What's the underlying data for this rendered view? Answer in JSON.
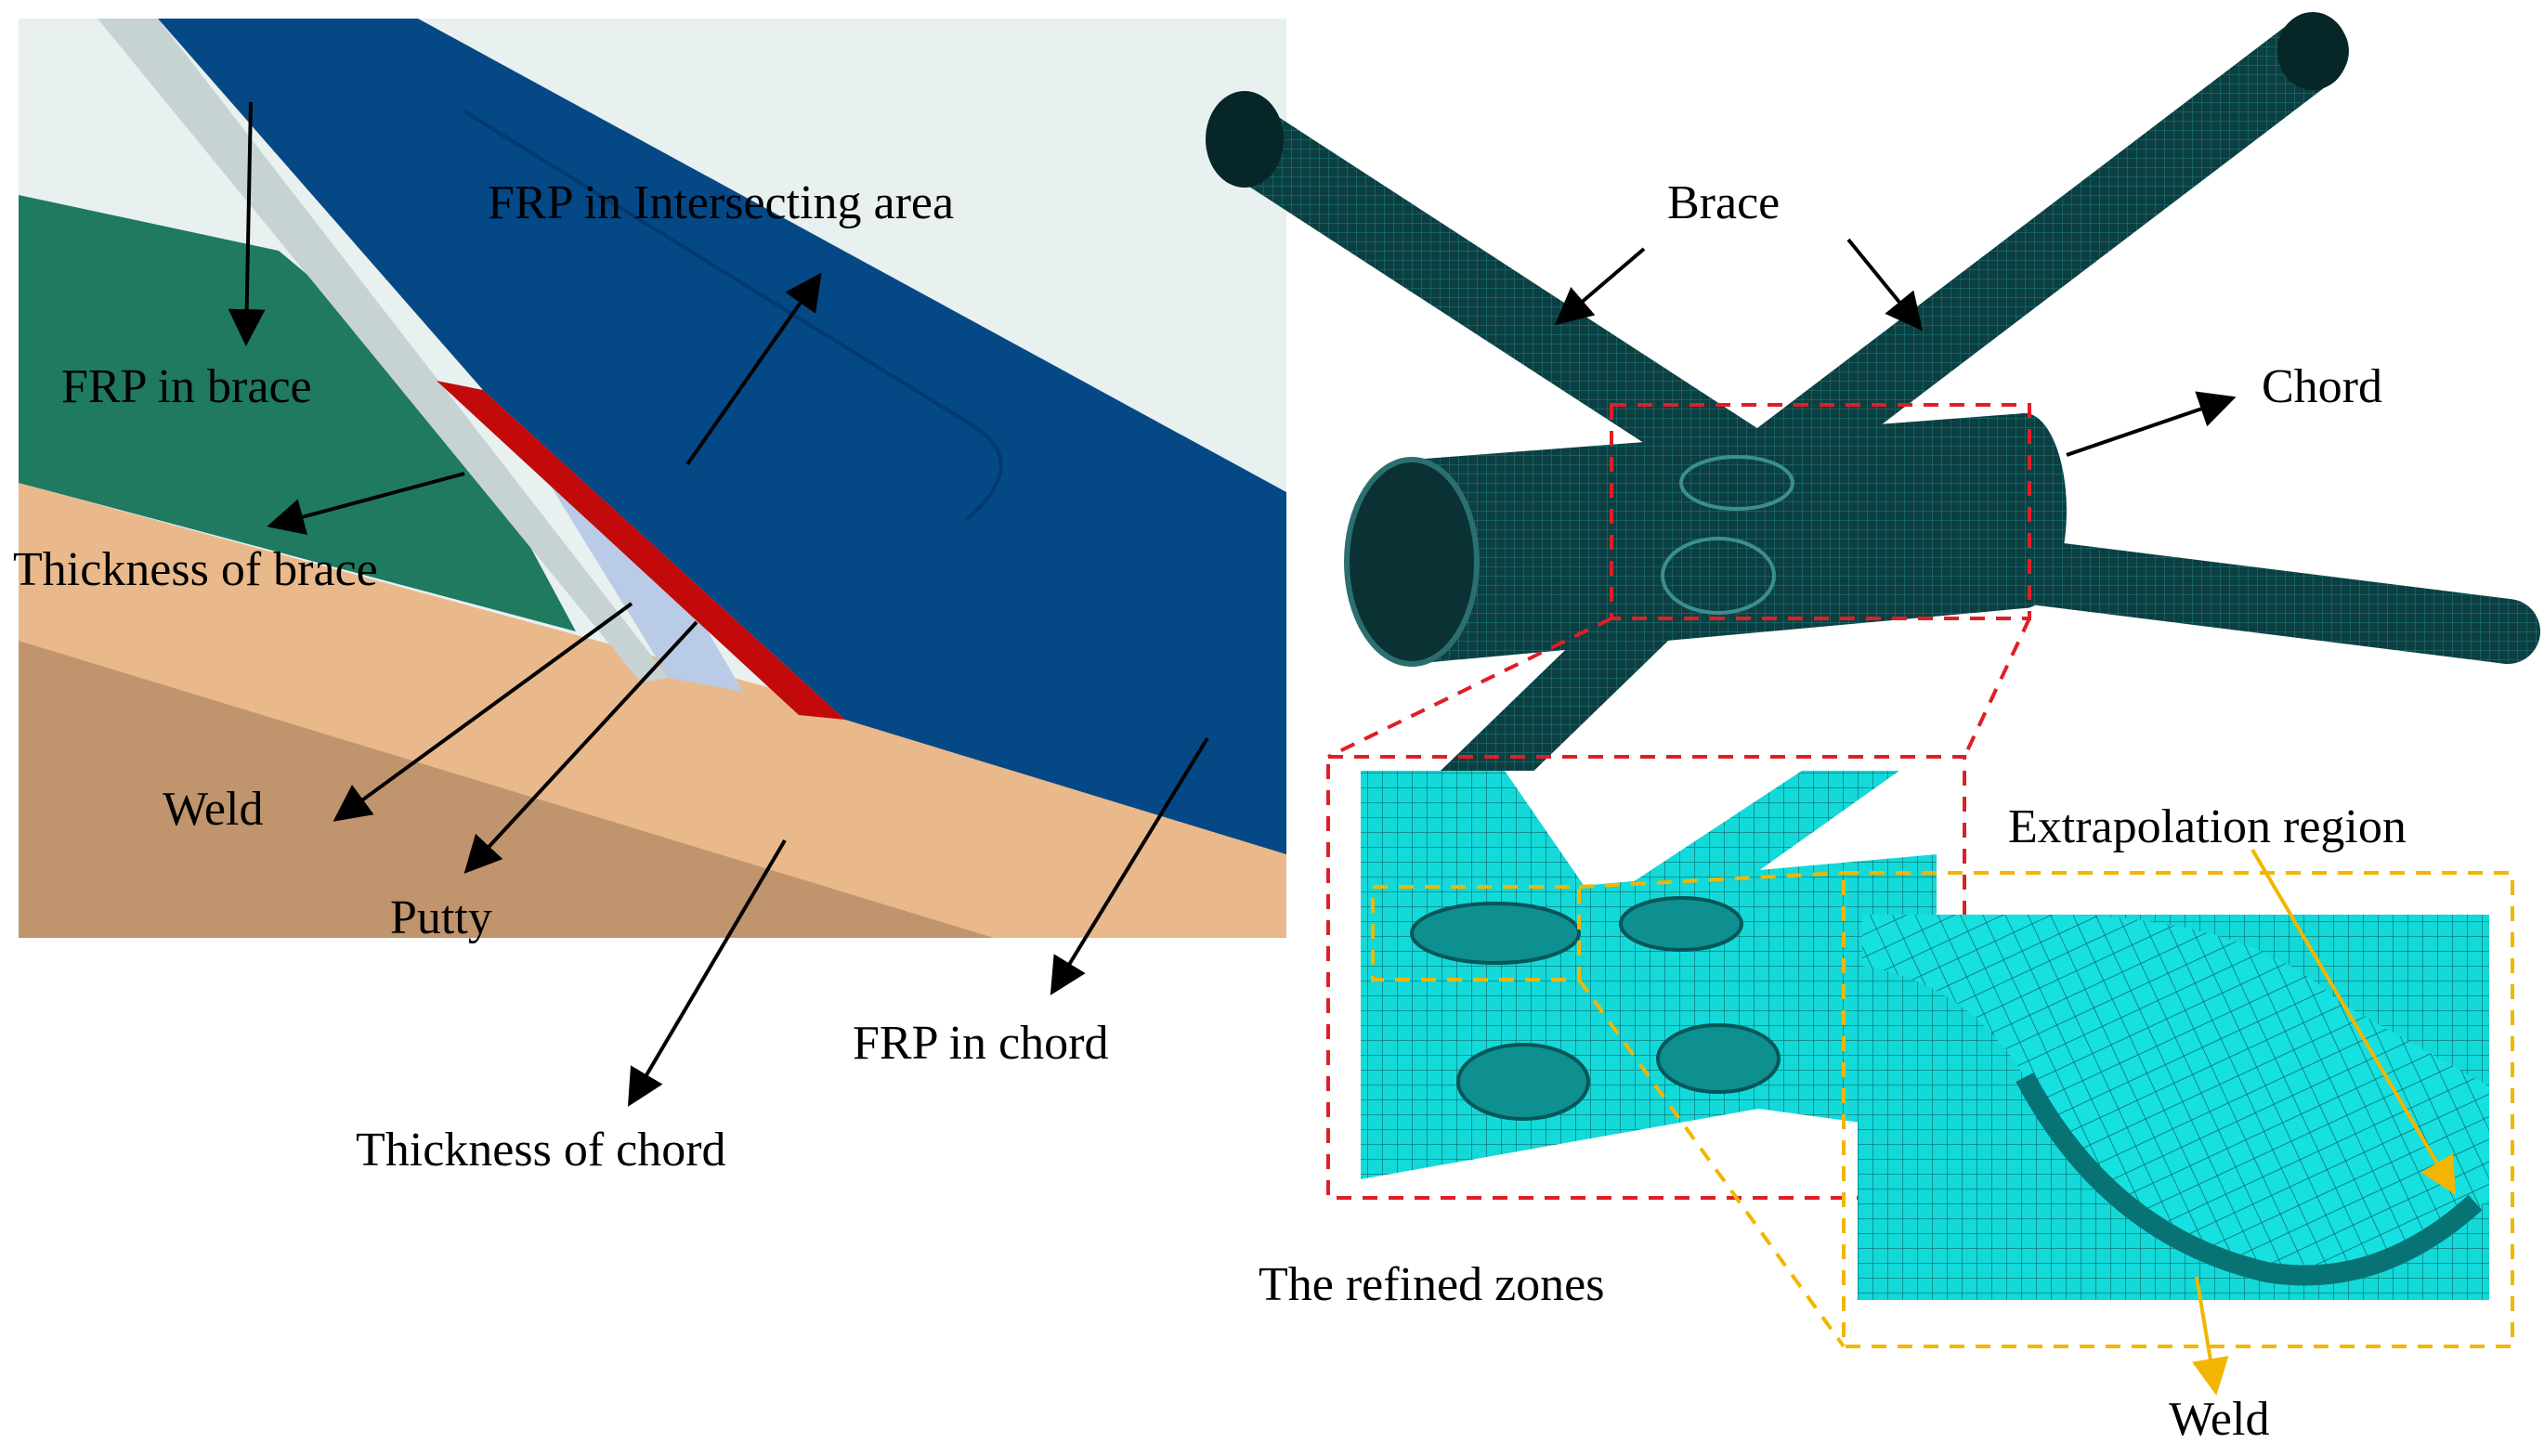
{
  "labels": {
    "frp_intersecting": "FRP in Intersecting area",
    "frp_brace": "FRP in brace",
    "thickness_brace": "Thickness of brace",
    "weld_left": "Weld",
    "putty": "Putty",
    "frp_chord": "FRP in chord",
    "thickness_chord": "Thickness of chord",
    "brace": "Brace",
    "chord": "Chord",
    "extrapolation_region": "Extrapolation region",
    "refined_zones": "The refined zones",
    "weld_right": "Weld"
  },
  "colors": {
    "frp_blue": "#054886",
    "frp_blue_dark": "#023a70",
    "brace_green": "#1f7a60",
    "chord_tan": "#e9b98c",
    "chord_brown": "#c0946c",
    "putty_gray": "#c7d2d2",
    "weld_red": "#c20a0a",
    "light_blue": "#b9cbe6",
    "mesh_teal": "#0c3f42",
    "mesh_cyan": "#13d6d6",
    "red_dash": "#e01e26",
    "yellow_dash": "#f2b600"
  }
}
